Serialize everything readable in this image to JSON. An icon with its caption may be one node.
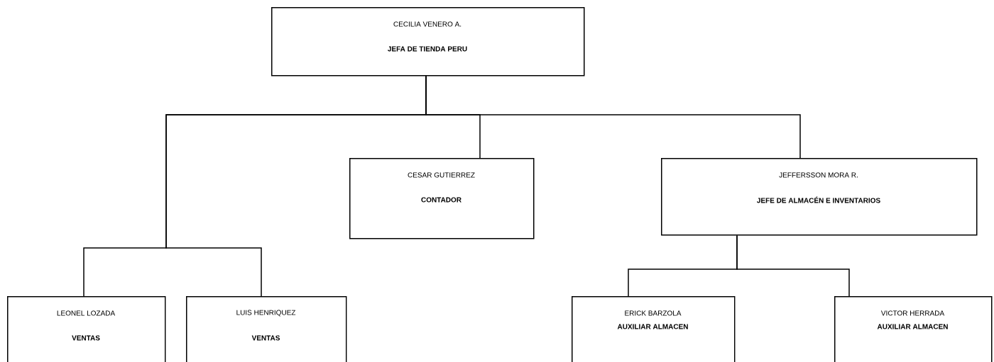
{
  "diagram": {
    "nodes": [
      {
        "text": [
          "CECILIA VENERO A.",
          "JEFA DE TIENDA PERU"
        ]
      },
      {
        "text": [
          "CESAR GUTIERREZ",
          "CONTADOR"
        ]
      },
      {
        "text": [
          "JEFFERSSON MORA R.",
          "JEFE DE ALMACÉN E INVENTARIOS"
        ]
      },
      {
        "text": [
          "LEONEL LOZADA",
          "VENTAS"
        ]
      },
      {
        "text": [
          "LUIS HENRIQUEZ",
          "VENTAS"
        ]
      },
      {
        "text": [
          "ERICK BARZOLA",
          "AUXILIAR  ALMACEN"
        ]
      },
      {
        "text": [
          "VICTOR HERRADA",
          "AUXILIAR ALMACEN"
        ]
      }
    ],
    "edges": [
      {
        "from": 0,
        "to": 3,
        "arrow": "none"
      },
      {
        "from": 0,
        "to": 4,
        "arrow": "none"
      },
      {
        "from": 0,
        "to": 1,
        "arrow": "none"
      },
      {
        "from": 0,
        "to": 2,
        "arrow": "none"
      },
      {
        "from": 2,
        "to": 5,
        "arrow": "none"
      },
      {
        "from": 2,
        "to": 6,
        "arrow": "none"
      }
    ]
  }
}
